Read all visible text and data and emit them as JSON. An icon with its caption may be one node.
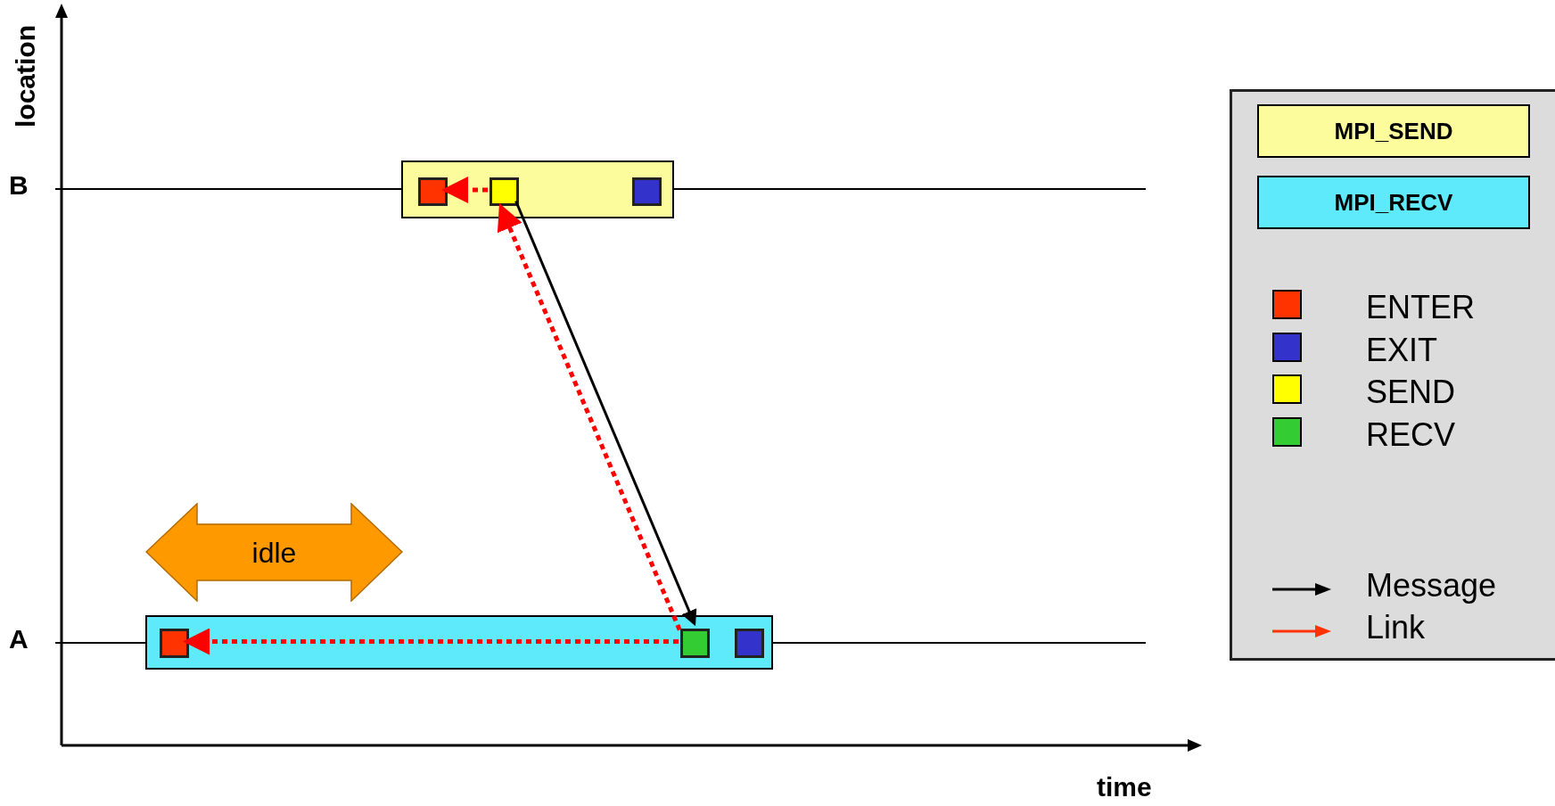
{
  "diagram": {
    "nodes": [
      {
        "text": [],
        "shape": "bar"
      },
      {
        "text": [],
        "shape": "box",
        "in": 0
      },
      {
        "text": [],
        "shape": "box",
        "in": 0
      },
      {
        "text": [],
        "shape": "box",
        "in": 0
      },
      {
        "text": [
          "idle"
        ]
      },
      {
        "text": [],
        "shape": "bar"
      },
      {
        "text": [],
        "shape": "box",
        "in": 5
      },
      {
        "text": [],
        "shape": "box",
        "in": 5
      },
      {
        "text": [],
        "shape": "box",
        "in": 5
      }
    ],
    "edges": [
      {
        "from": 2,
        "to": 1,
        "arrow": "to",
        "style": "dashed"
      },
      {
        "from": 2,
        "to": 7,
        "arrow": "to",
        "color": "#000000"
      },
      {
        "from": 7,
        "to": 2,
        "arrow": "to",
        "style": "dashed"
      },
      {
        "from": 7,
        "to": 6,
        "arrow": "to",
        "style": "dashed"
      }
    ],
    "labels": [
      "location",
      "B",
      "A",
      "time"
    ],
    "legend": [
      {
        "text": "MPI_SEND",
        "color": "#fcfc9c"
      },
      {
        "text": "MPI_RECV",
        "color": "#5eeafa"
      },
      {
        "text": "ENTER",
        "color": "#ff3300"
      },
      {
        "text": "EXIT",
        "color": "#3333cc"
      },
      {
        "text": "SEND",
        "color": "#ffff00"
      },
      {
        "text": "RECV",
        "color": "#33cc33"
      },
      {
        "text": "Message"
      },
      {
        "text": "Link"
      }
    ]
  }
}
